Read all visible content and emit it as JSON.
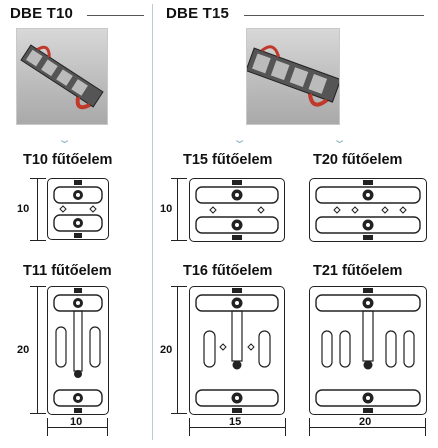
{
  "series": {
    "left_title": "DBE T10",
    "right_title": "DBE T15"
  },
  "elements": {
    "t10": "T10 fűtőelem",
    "t15": "T15 fűtőelem",
    "t20": "T20 fűtőelem",
    "t11": "T11 fűtőelem",
    "t16": "T16 fűtőelem",
    "t21": "T21 fűtőelem"
  },
  "dimensions": {
    "height_short": "10",
    "height_tall": "20",
    "width_t10": "10",
    "width_t15": "15",
    "width_t20": "20"
  },
  "icons": {
    "expand": "chevron-down-icon"
  },
  "colors": {
    "accent_red": "#c0392b",
    "separator": "#bfcbd2",
    "chevron": "#8fb3c6"
  }
}
